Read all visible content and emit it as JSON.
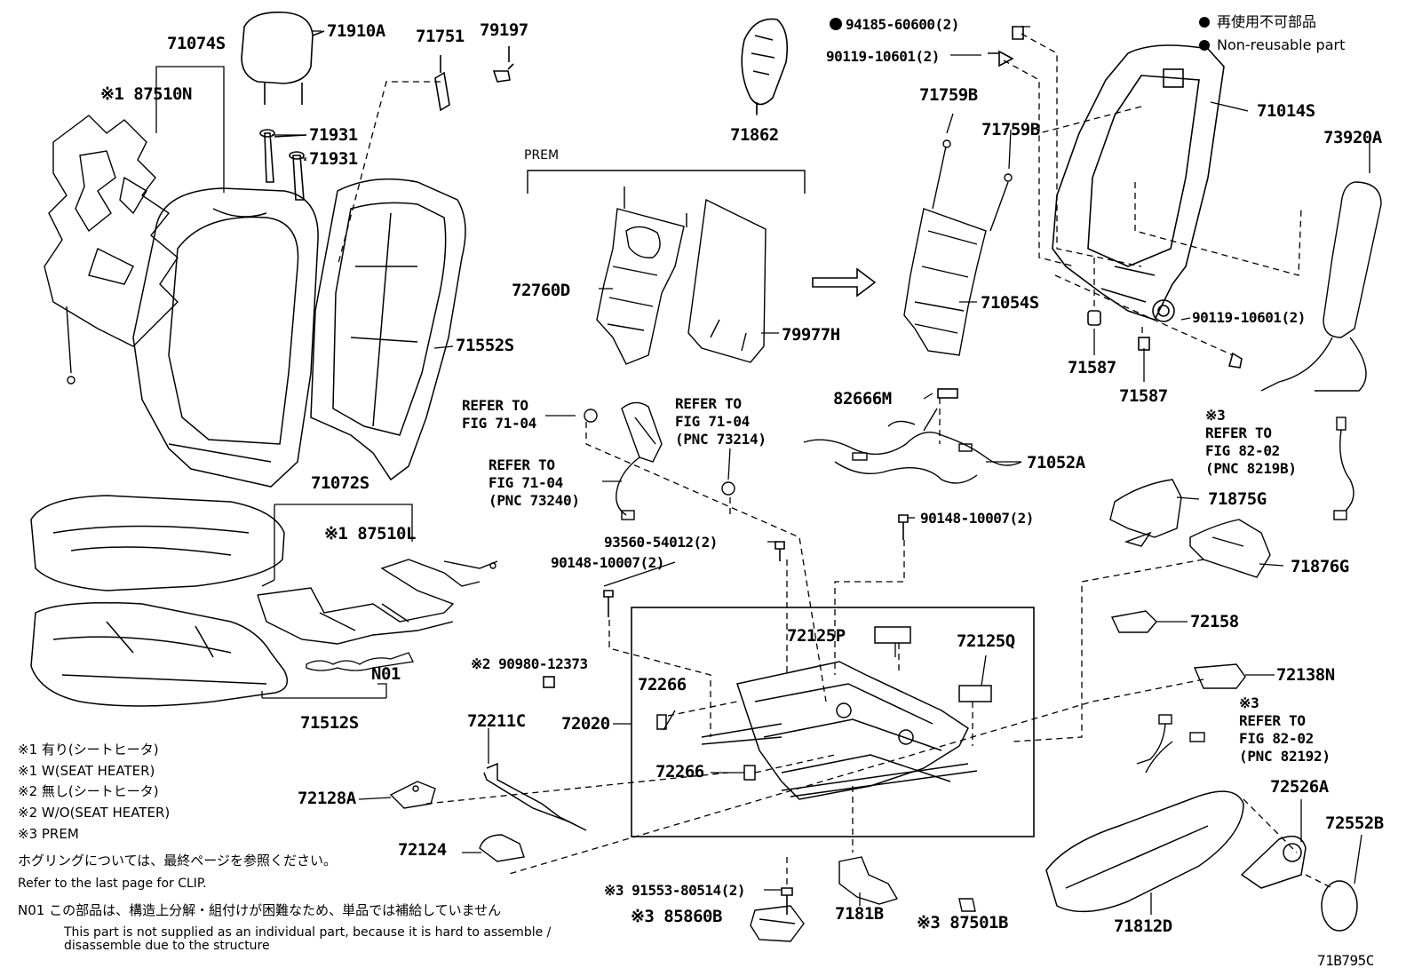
{
  "legend": {
    "ja": "再使用不可部品",
    "en": "Non-reusable part"
  },
  "group_labels": {
    "prem": "PREM"
  },
  "parts": {
    "p71074S": "71074S",
    "p71910A": "71910A",
    "p71751": "71751",
    "p79197": "79197",
    "p87510N": "※1 87510N",
    "p71931a": "71931",
    "p71931b": "71931",
    "p71862": "71862",
    "p94185": "94185-60600(2)",
    "p90119a": "90119-10601(2)",
    "p71759Ba": "71759B",
    "p71759Bb": "71759B",
    "p71014S": "71014S",
    "p73920A": "73920A",
    "p72760D": "72760D",
    "p79977H": "79977H",
    "p71552S": "71552S",
    "p71054S": "71054S",
    "p90119b": "90119-10601(2)",
    "p71587a": "71587",
    "p71587b": "71587",
    "p82666M": "82666M",
    "p71052A": "71052A",
    "p71072S": "71072S",
    "p87510L": "※1 87510L",
    "p93560": "93560-54012(2)",
    "p90148a": "90148-10007(2)",
    "p90148b": "90148-10007(2)",
    "p71875G": "71875G",
    "p71876G": "71876G",
    "p72158": "72158",
    "p72138N": "72138N",
    "p72125P": "72125P",
    "p72125Q": "72125Q",
    "pN01": "N01",
    "p71512S": "71512S",
    "p90980": "※2 90980-12373",
    "p72266a": "72266",
    "p72266b": "72266",
    "p72211C": "72211C",
    "p72020": "72020",
    "p72128A": "72128A",
    "p72124": "72124",
    "p72526A": "72526A",
    "p72552B": "72552B",
    "p91553": "※3 91553-80514(2)",
    "p85860B": "※3 85860B",
    "p7181B": "7181B",
    "p87501B": "※3 87501B",
    "p71812D": "71812D",
    "figcode": "71B795C"
  },
  "refs": {
    "r1": "REFER TO\nFIG 71-04",
    "r2": "REFER TO\nFIG 71-04\n(PNC 73214)",
    "r3": "REFER TO\nFIG 71-04\n(PNC 73240)",
    "r4": "※3\nREFER TO\nFIG 82-02\n(PNC 8219B)",
    "r5": "※3\nREFER TO\nFIG 82-02\n(PNC 82192)"
  },
  "notes": {
    "n1": "※1 有り(シートヒータ)",
    "n2": "※1 W(SEAT HEATER)",
    "n3": "※2 無し(シートヒータ)",
    "n4": "※2 W/O(SEAT HEATER)",
    "n5": "※3 PREM",
    "n6": "ホグリングについては、最終ページを参照ください。",
    "n7": "Refer to the last page for CLIP.",
    "n8": "N01 この部品は、構造上分解・組付けが困難なため、単品では補給していません",
    "n9": "This part is not supplied as an individual part, because it is hard to assemble /",
    "n10": "disassemble due to the structure"
  }
}
